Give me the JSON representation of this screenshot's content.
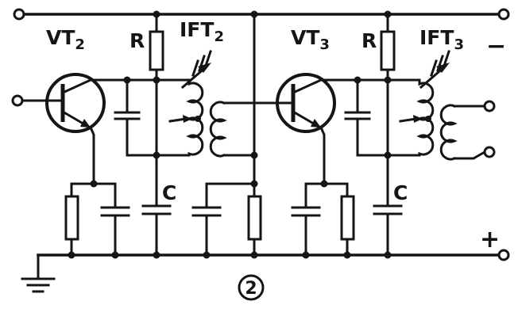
{
  "figure": {
    "number": "2",
    "labels": {
      "vt2": {
        "name": "VT",
        "sub": "2"
      },
      "vt3": {
        "name": "VT",
        "sub": "3"
      },
      "ift2": {
        "name": "IFT",
        "sub": "2"
      },
      "ift3": {
        "name": "IFT",
        "sub": "3"
      },
      "r_left": "R",
      "r_right": "R",
      "c_left": "C",
      "c_right": "C",
      "supply_minus": "−",
      "supply_plus": "+"
    },
    "colors": {
      "ink": "#151515",
      "paper": "#ffffff"
    },
    "components": {
      "transistors": [
        "VT2",
        "VT3"
      ],
      "if_transformers": [
        "IFT2",
        "IFT3"
      ],
      "labeled_resistors": [
        "R",
        "R"
      ],
      "labeled_capacitors": [
        "C",
        "C"
      ],
      "terminals": [
        "input",
        "supply-minus",
        "supply-plus",
        "output-top",
        "output-bottom"
      ],
      "ground": true
    }
  }
}
